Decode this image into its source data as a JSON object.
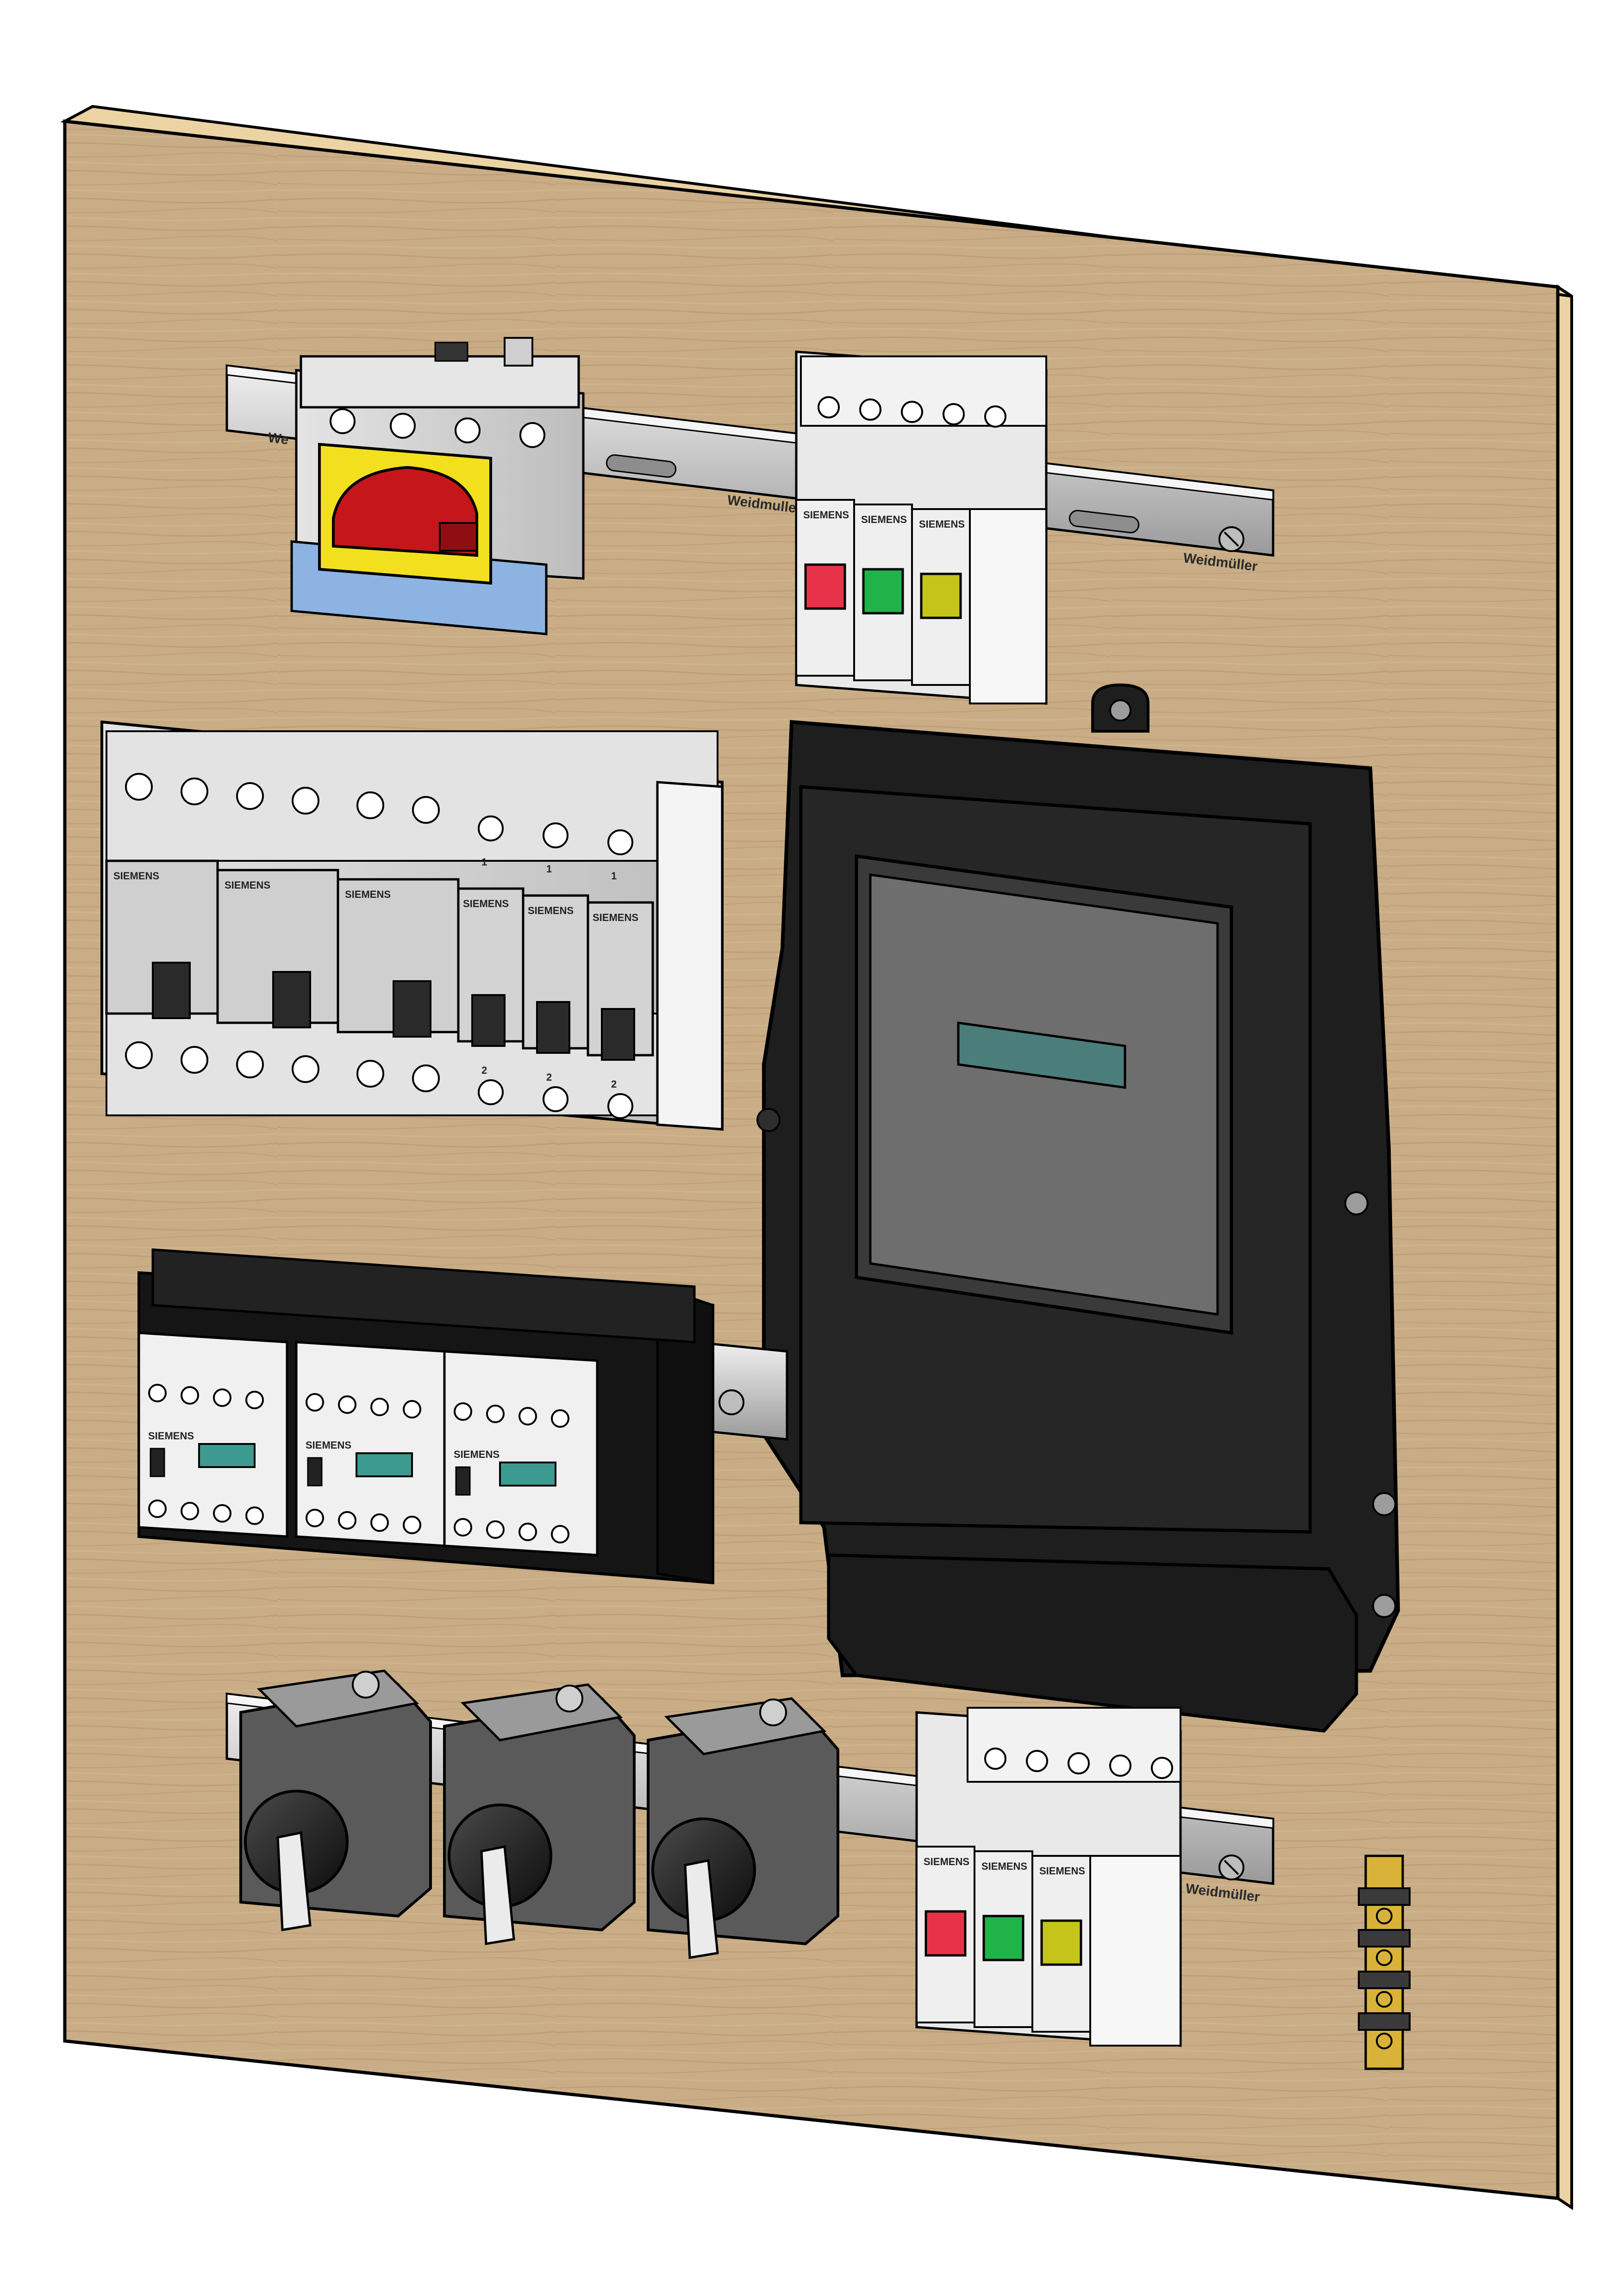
{
  "scene": {
    "description_visible_text": true
  },
  "rail_labels": {
    "top_rail_left": "We",
    "top_rail_middle": "Weidmuller",
    "top_rail_right": "Weidmüller",
    "bottom_rail_right": "Weidmüller"
  },
  "brands": {
    "siemens": "SIEMENS"
  },
  "terminal_numbers": {
    "mcb_top": "1",
    "mcb_bottom": "2"
  },
  "colors": {
    "board": "#c9ad86",
    "board_edge": "#e9cf9f",
    "rail": "#cfcfcf",
    "module_grey": "#d8d8d8",
    "switch_yellow": "#f2e01e",
    "switch_red": "#c5161b",
    "switch_blue": "#8db3e2",
    "indicator_red": "#e8324a",
    "indicator_green": "#1fb34a",
    "indicator_yellow": "#c4c41a",
    "meter_black": "#1e1e1e",
    "meter_window": "#6e6e6e",
    "meter_display": "#4b7d7b",
    "contactor_black": "#151515",
    "contactor_window": "#3c9a90",
    "terminal_brass": "#d9b23a"
  }
}
